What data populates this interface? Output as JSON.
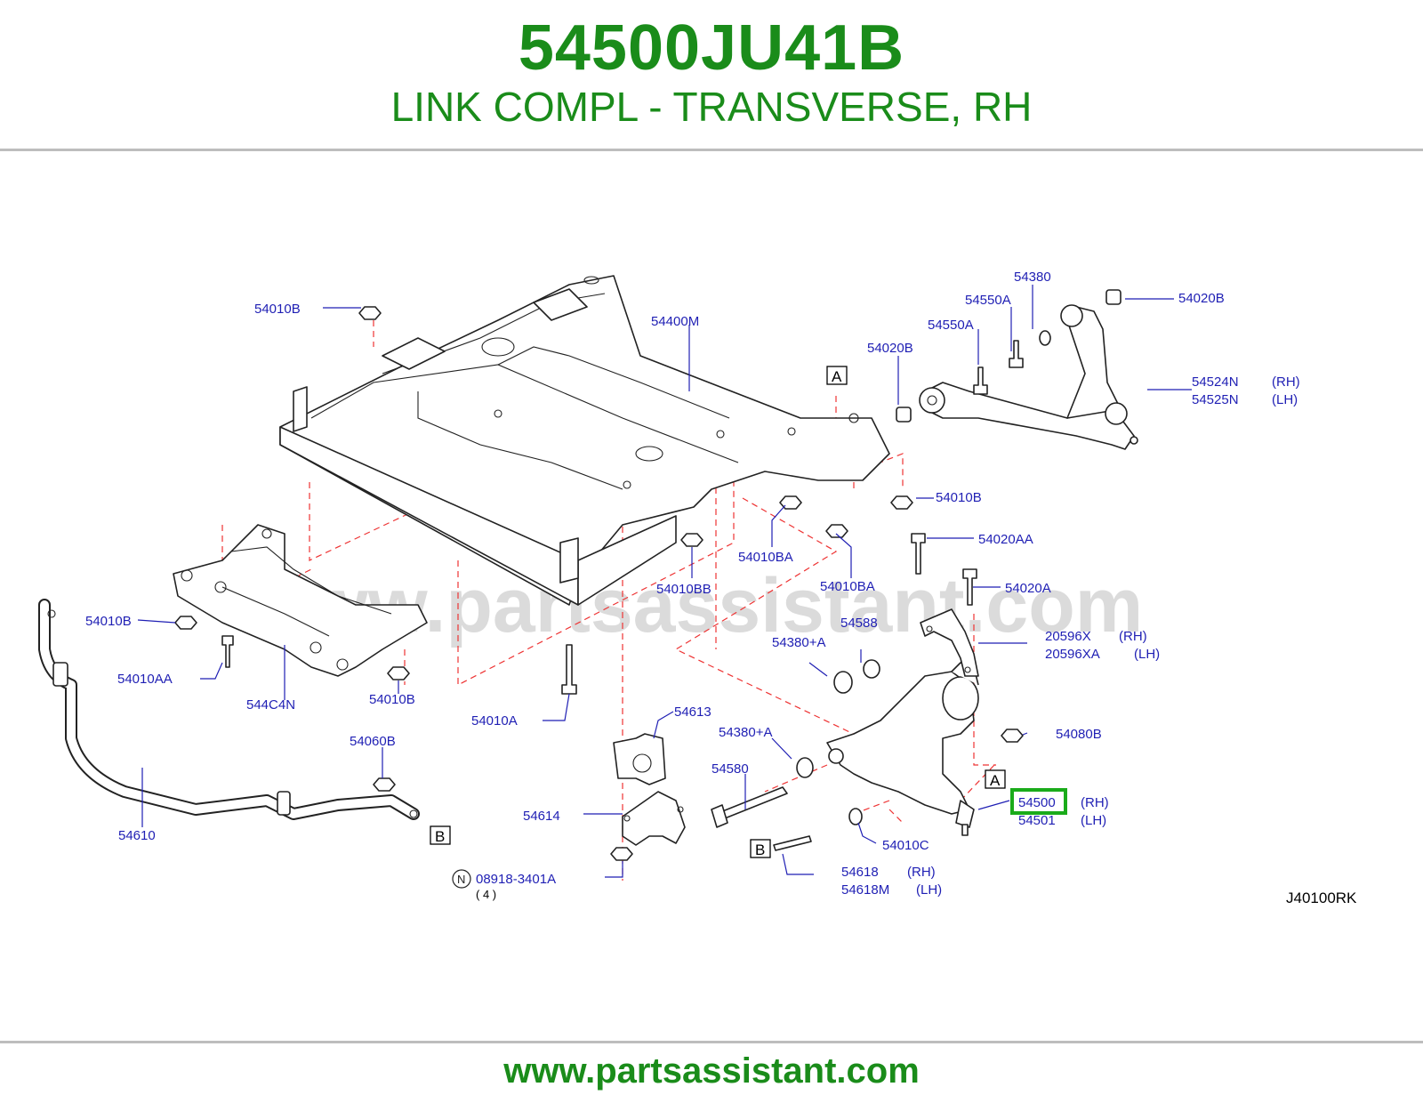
{
  "header": {
    "part_number": "54500JU41B",
    "description": "LINK COMPL - TRANSVERSE, RH"
  },
  "diagram": {
    "watermark": "www.partsassistant.com",
    "code": "J40100RK",
    "highlight_color": "#1aab1a",
    "labels": {
      "l_54010B_top": "54010B",
      "l_54400M": "54400M",
      "l_54380": "54380",
      "l_54550A_1": "54550A",
      "l_54550A_2": "54550A",
      "l_54020B_top": "54020B",
      "l_54020B_left": "54020B",
      "l_54524N": "54524N",
      "l_54525N": "54525N",
      "l_54010B_right": "54010B",
      "l_54020AA": "54020AA",
      "l_54020A": "54020A",
      "l_54010BA_1": "54010BA",
      "l_54010BA_2": "54010BA",
      "l_54010BB": "54010BB",
      "l_54010B_left": "54010B",
      "l_54010AA": "54010AA",
      "l_544C4N": "544C4N",
      "l_54010B_mid": "54010B",
      "l_54010A": "54010A",
      "l_54588": "54588",
      "l_54380A_1": "54380+A",
      "l_20596X": "20596X",
      "l_20596XA": "20596XA",
      "l_54613": "54613",
      "l_54380A_2": "54380+A",
      "l_54080B": "54080B",
      "l_54060B": "54060B",
      "l_54580": "54580",
      "l_54500": "54500",
      "l_54501": "54501",
      "l_54610": "54610",
      "l_54614": "54614",
      "l_54010C": "54010C",
      "l_54618": "54618",
      "l_54618M": "54618M",
      "l_08918": "08918-3401A",
      "l_qty": "( 4 )",
      "n_mark": "N"
    },
    "sides": {
      "rh1": "(RH)",
      "lh1": "(LH)",
      "rh2": "(RH)",
      "lh2": "(LH)",
      "rh3": "(RH)",
      "lh3": "(LH)",
      "rh4": "(RH)",
      "lh4": "(LH)"
    },
    "refs": {
      "a1": "A",
      "a2": "A",
      "b1": "B",
      "b2": "B"
    }
  },
  "footer": {
    "url": "www.partsassistant.com"
  }
}
